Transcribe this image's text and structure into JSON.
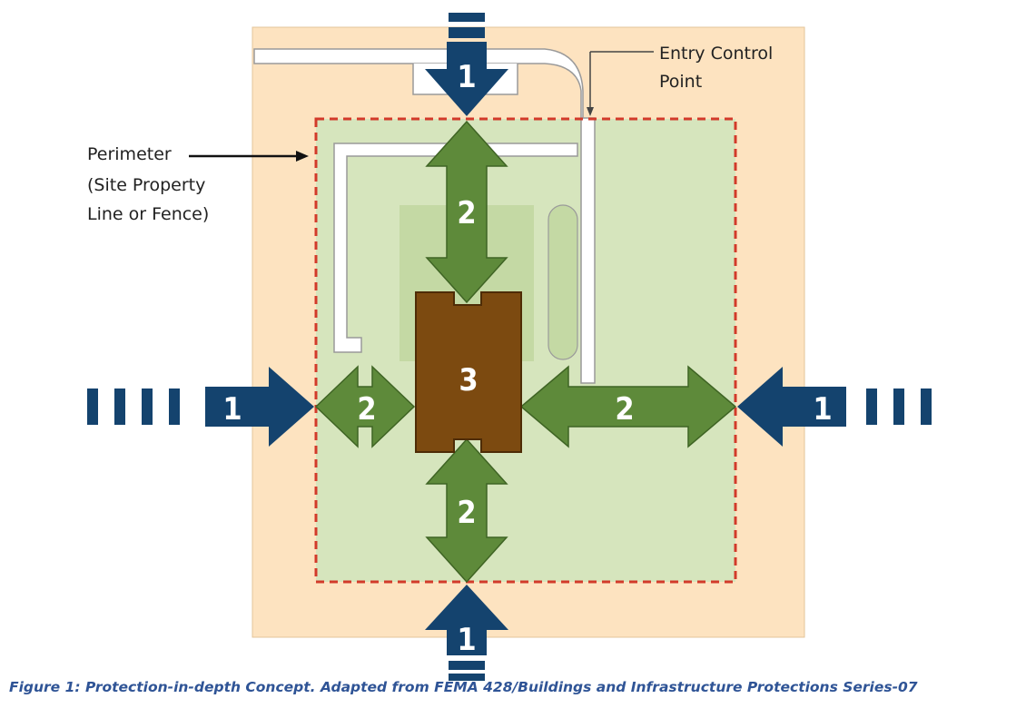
{
  "labels": {
    "entry_control_line1": "Entry Control",
    "entry_control_line2": "Point",
    "perimeter_line1": "Perimeter",
    "perimeter_line2": "(Site Property",
    "perimeter_line3": "Line or Fence)"
  },
  "layers": {
    "outer": "1",
    "middle": "2",
    "core": "3"
  },
  "caption": "Figure 1: Protection-in-depth Concept. Adapted from FEMA 428/Buildings and Infrastructure Protections Series-07",
  "colors": {
    "site_background": "#fde3c0",
    "perimeter_zone": "#d6e5bd",
    "perimeter_line": "#d23a2a",
    "layer1_arrow": "#14436e",
    "layer2_arrow": "#5e8a3a",
    "building": "#7c4a10",
    "caption": "#2f5496"
  }
}
